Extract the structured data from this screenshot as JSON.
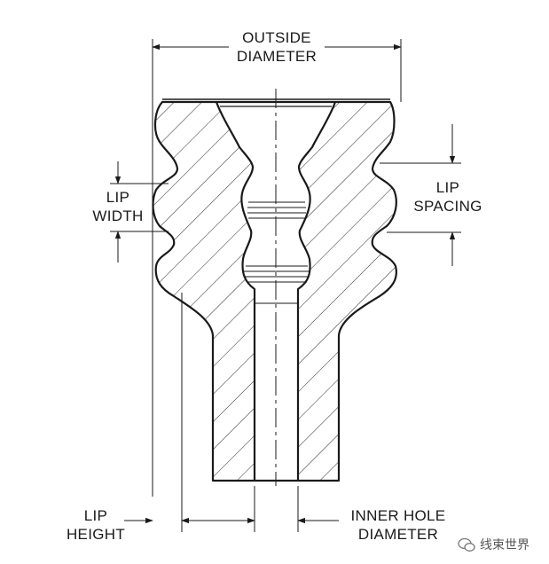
{
  "labels": {
    "outside_diameter": [
      "OUTSIDE",
      "DIAMETER"
    ],
    "lip_width": [
      "LIP",
      "WIDTH"
    ],
    "lip_spacing": [
      "LIP",
      "SPACING"
    ],
    "lip_height": [
      "LIP",
      "HEIGHT"
    ],
    "inner_hole_diameter": [
      "INNER HOLE",
      "DIAMETER"
    ]
  },
  "watermark": "线束世界"
}
